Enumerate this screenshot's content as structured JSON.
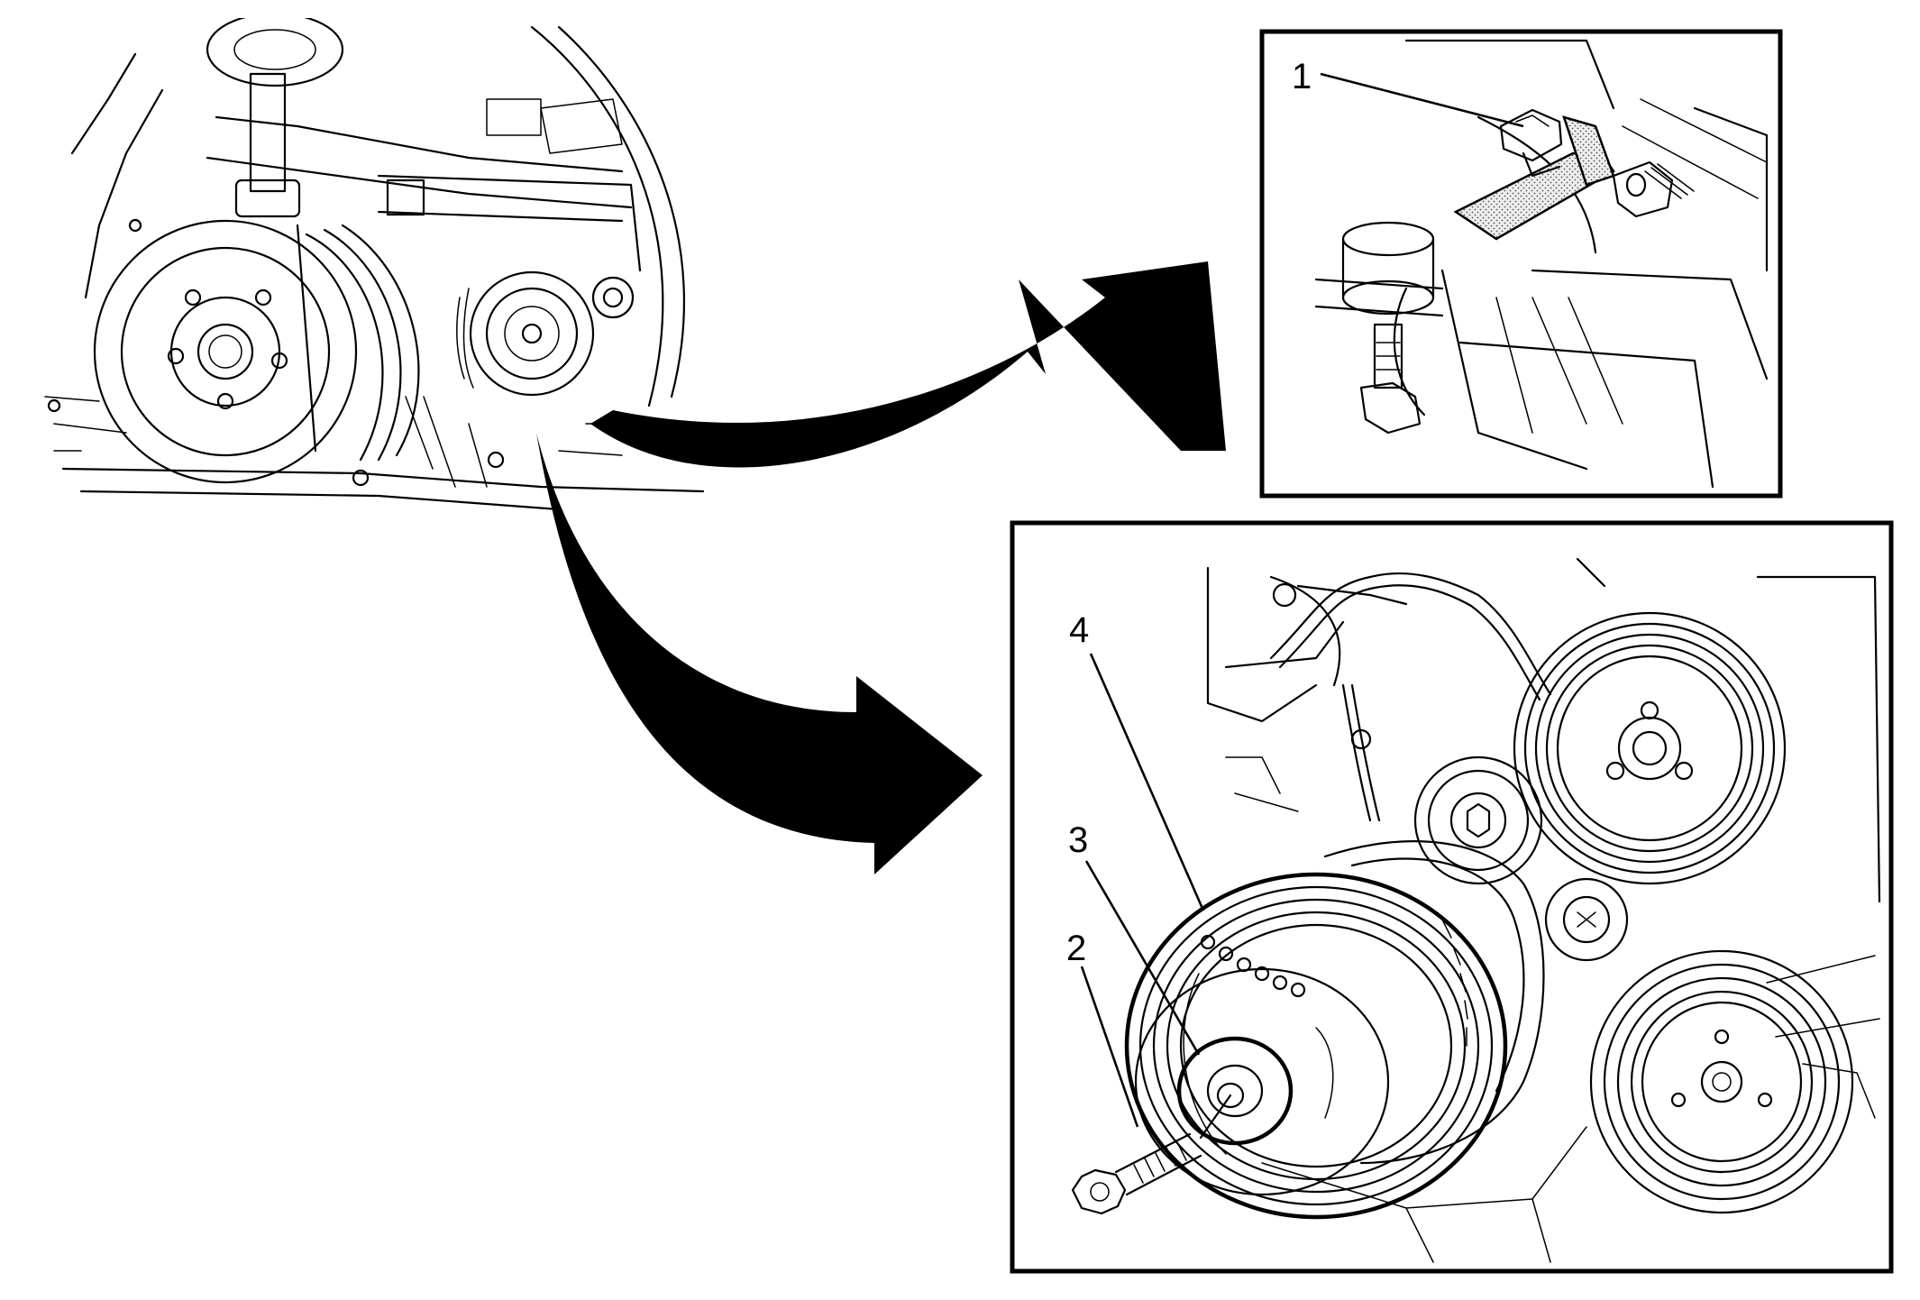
{
  "callouts": {
    "c1": "1",
    "c2": "2",
    "c3": "3",
    "c4": "4"
  },
  "colors": {
    "line": "#000000",
    "background": "#ffffff",
    "stipple": "#d8d8d8"
  }
}
